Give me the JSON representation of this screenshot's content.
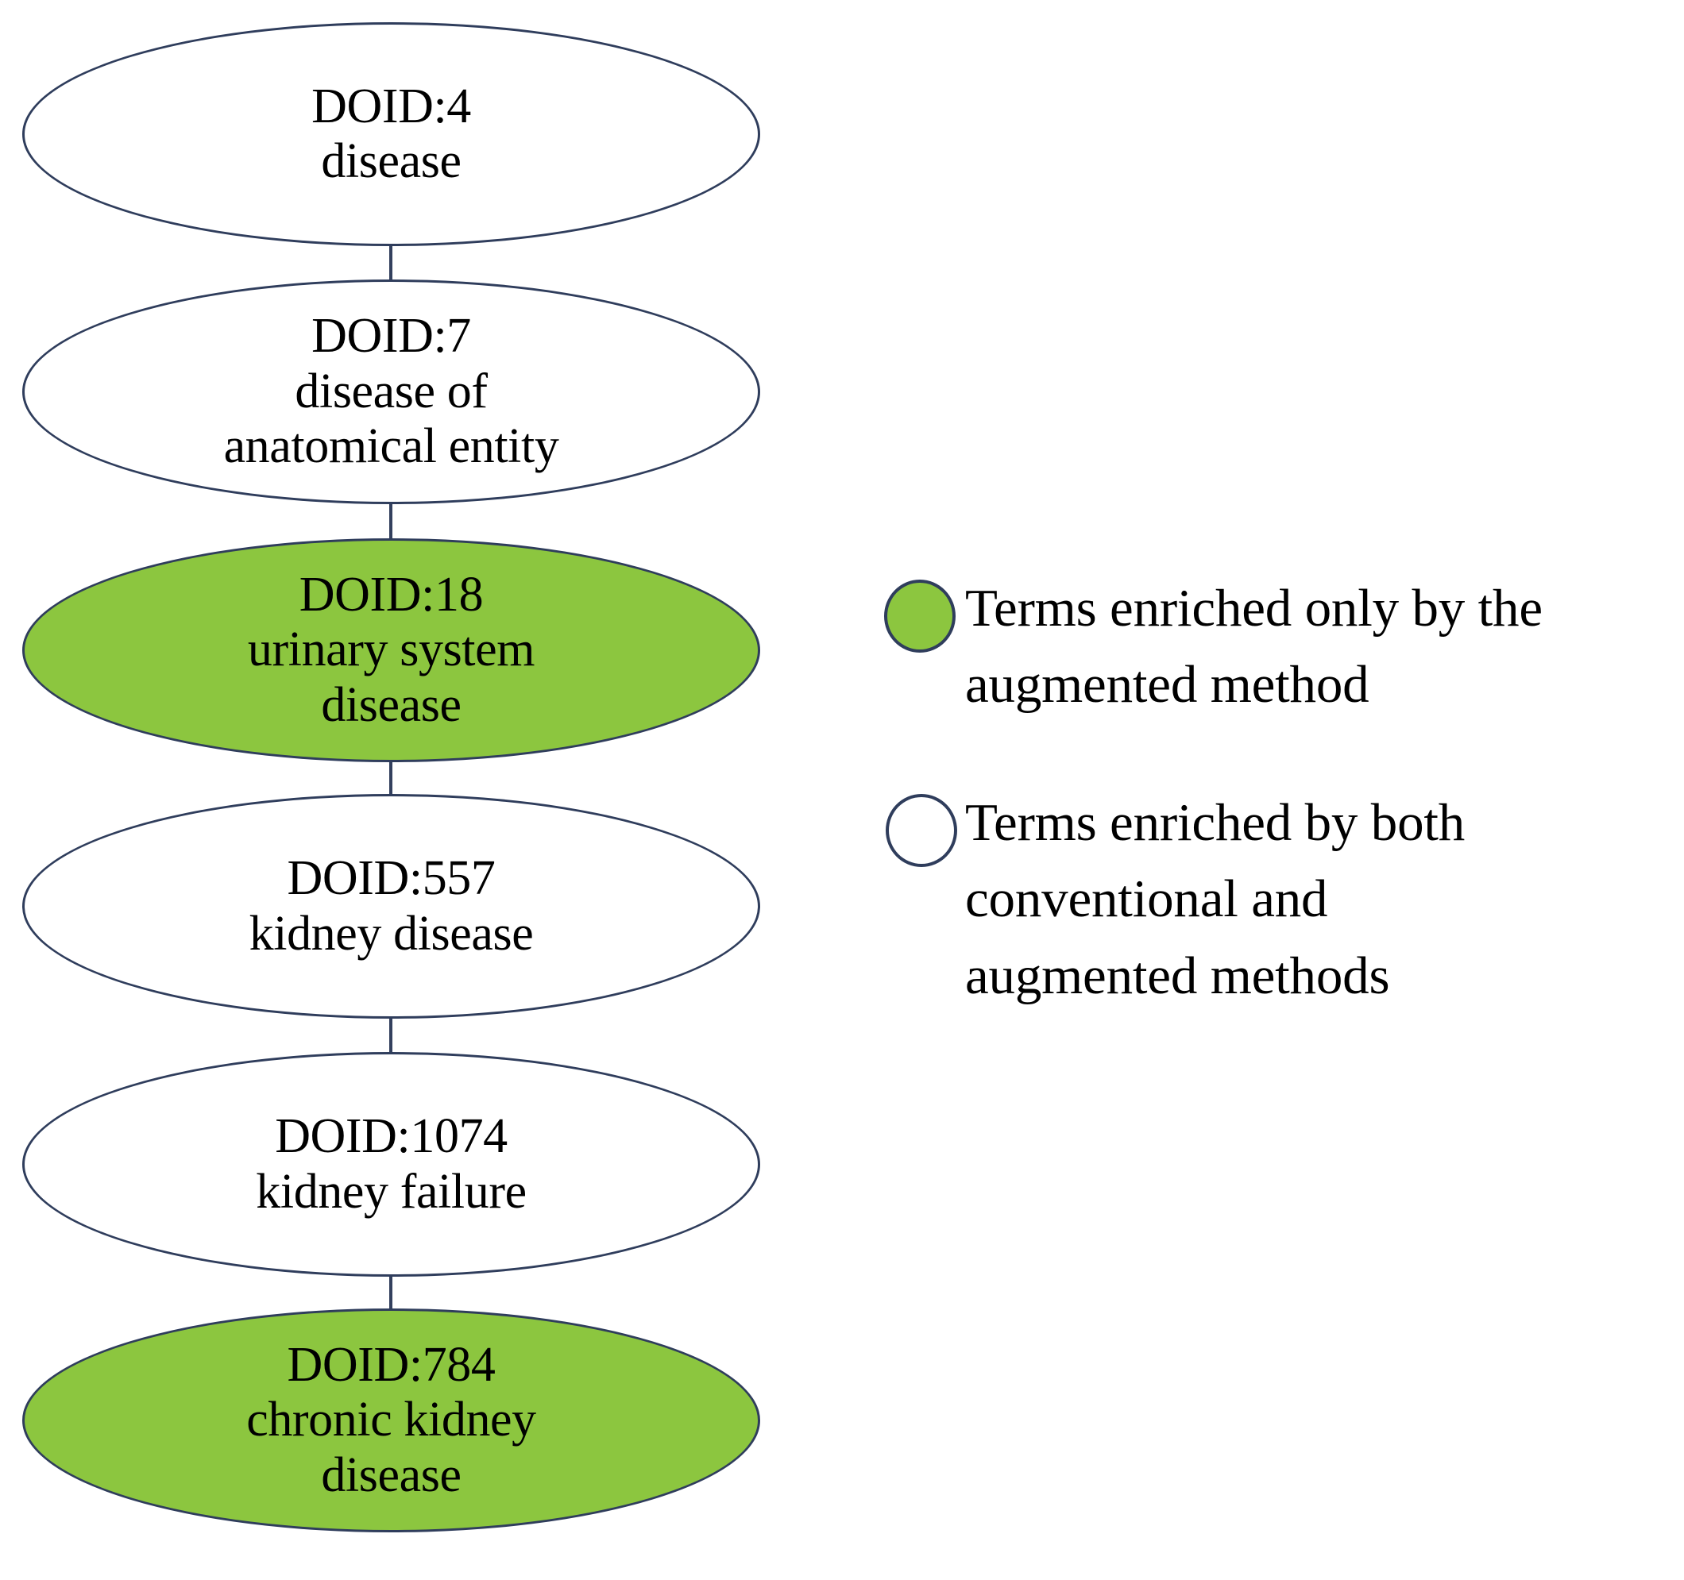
{
  "figure": {
    "type": "ontology-hierarchy-diagram",
    "background_color": "#ffffff",
    "node_stroke_color": "#2f3d5c",
    "highlight_fill_color": "#8cc63f",
    "default_fill_color": "#ffffff",
    "text_color": "#000000"
  },
  "nodes": [
    {
      "id": "DOID:4",
      "name": "disease",
      "label": "DOID:4\ndisease",
      "highlighted": false
    },
    {
      "id": "DOID:7",
      "name": "disease of anatomical entity",
      "label": "DOID:7\ndisease of\nanatomical entity",
      "highlighted": false
    },
    {
      "id": "DOID:18",
      "name": "urinary system disease",
      "label": "DOID:18\nurinary system\ndisease",
      "highlighted": true
    },
    {
      "id": "DOID:557",
      "name": "kidney disease",
      "label": "DOID:557\nkidney disease",
      "highlighted": false
    },
    {
      "id": "DOID:1074",
      "name": "kidney failure",
      "label": "DOID:1074\nkidney failure",
      "highlighted": false
    },
    {
      "id": "DOID:784",
      "name": "chronic kidney disease",
      "label": "DOID:784\nchronic kidney\ndisease",
      "highlighted": true
    }
  ],
  "edges": [
    {
      "from": "DOID:4",
      "to": "DOID:7"
    },
    {
      "from": "DOID:7",
      "to": "DOID:18"
    },
    {
      "from": "DOID:18",
      "to": "DOID:557"
    },
    {
      "from": "DOID:557",
      "to": "DOID:1074"
    },
    {
      "from": "DOID:1074",
      "to": "DOID:784"
    }
  ],
  "legend": {
    "items": [
      {
        "swatch": "green-filled-ellipse",
        "color": "#8cc63f",
        "text": "Terms enriched only by the\naugmented method"
      },
      {
        "swatch": "white-outline-ellipse",
        "color": "#ffffff",
        "text": "Terms enriched by both\nconventional and\naugmented methods"
      }
    ]
  }
}
